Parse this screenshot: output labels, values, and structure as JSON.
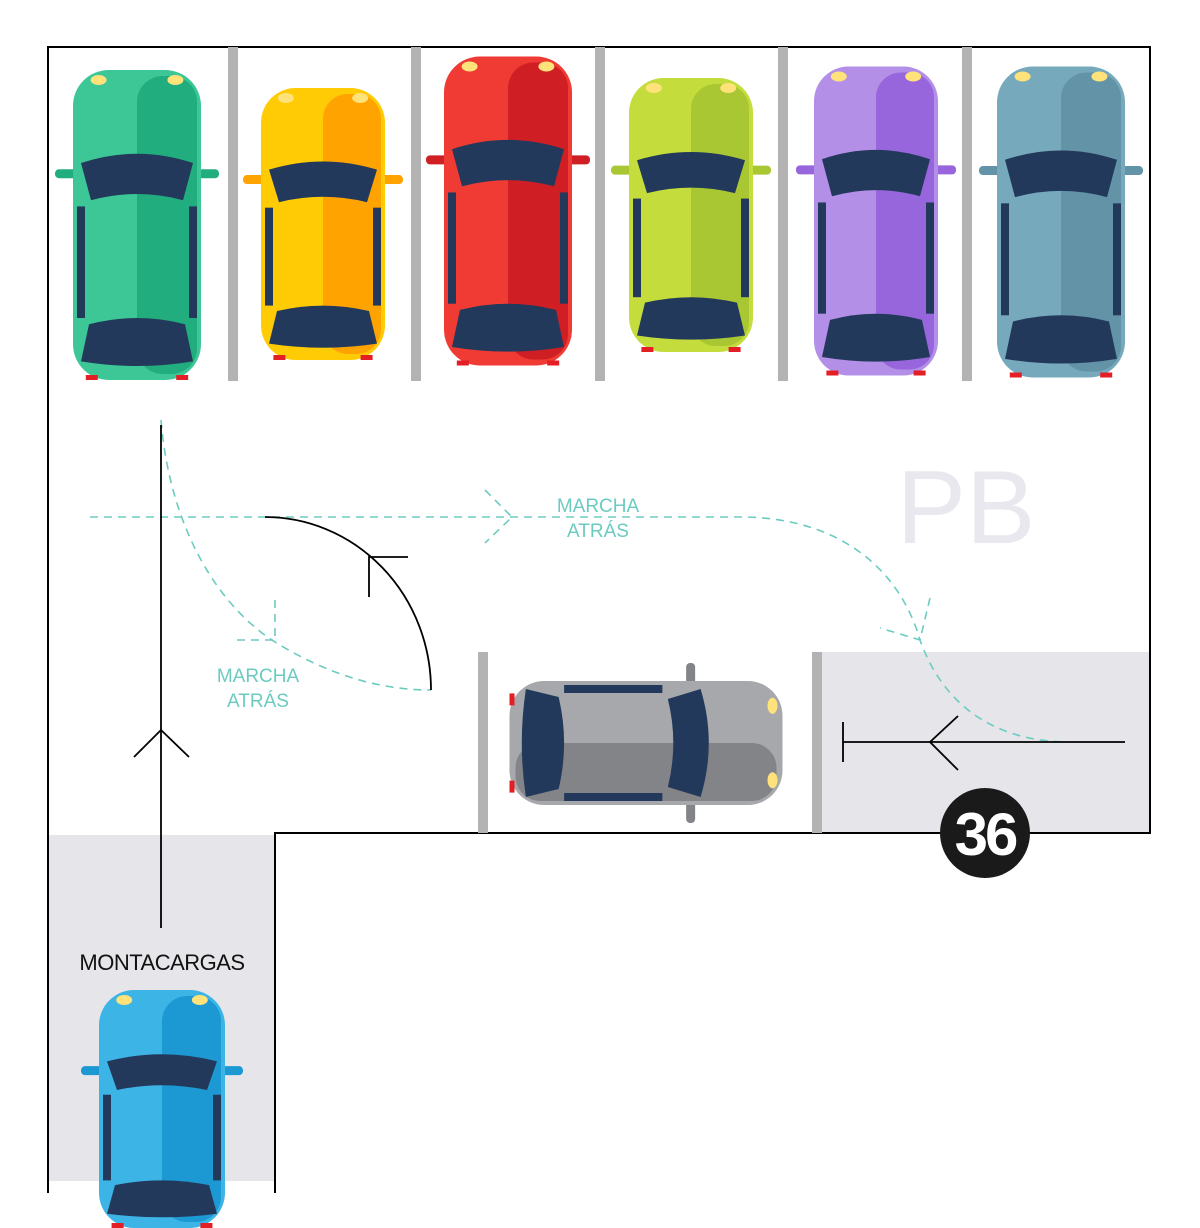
{
  "level_label": "PB",
  "spot_number": "36",
  "elevator_label": "MONTACARGAS",
  "reverse_labels": [
    {
      "line1": "MARCHA",
      "line2": "ATRÁS"
    },
    {
      "line1": "MARCHA",
      "line2": "ATRÁS"
    }
  ],
  "colors": {
    "dashed_path": "#6ccbc1",
    "divider": "#b3b3b3",
    "zone": "#e6e6ea",
    "window": "#23395b",
    "level_text": "#e8e8ee"
  },
  "cars": [
    {
      "name": "green-car",
      "body": "#3dc796",
      "shade": "#22ad7e"
    },
    {
      "name": "yellow-car",
      "body": "#ffcb05",
      "shade": "#ffa300"
    },
    {
      "name": "red-car",
      "body": "#ef3b33",
      "shade": "#cf1f25"
    },
    {
      "name": "lime-car",
      "body": "#c4dd3c",
      "shade": "#a9c732"
    },
    {
      "name": "purple-car",
      "body": "#b38fe8",
      "shade": "#9866dc"
    },
    {
      "name": "slate-car",
      "body": "#75a9bb",
      "shade": "#6293a6"
    },
    {
      "name": "gray-car",
      "body": "#a6a8ab",
      "shade": "#838487"
    },
    {
      "name": "blue-car",
      "body": "#3db4e6",
      "shade": "#1c98d3"
    }
  ]
}
